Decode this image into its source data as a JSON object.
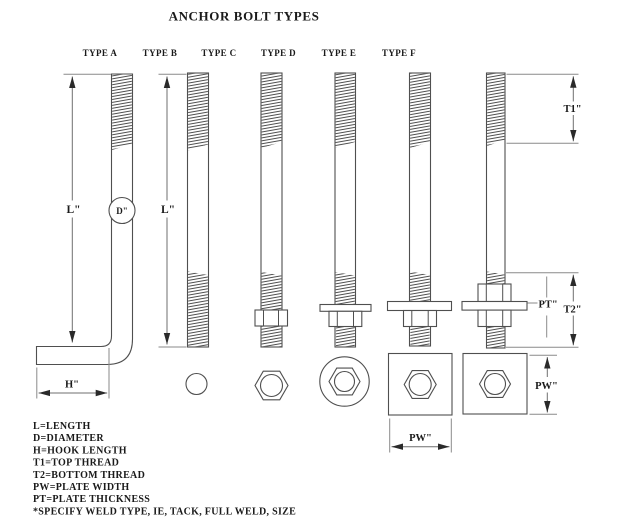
{
  "title": "ANCHOR BOLT TYPES",
  "headers": {
    "a": "TYPE A",
    "b": "TYPE B",
    "c": "TYPE C",
    "d": "TYPE D",
    "e": "TYPE E",
    "f": "TYPE F"
  },
  "labels": {
    "length_a": "L\"",
    "diameter": "D\"",
    "hook": "H\"",
    "length_b": "L\"",
    "top_thread": "T1\"",
    "plate_thickness": "PT\"",
    "bottom_thread": "T2\"",
    "plate_width_e": "PW\"",
    "plate_width_f": "PW\""
  },
  "legend": [
    "L=LENGTH",
    "D=DIAMETER",
    "H=HOOK LENGTH",
    "T1=TOP THREAD",
    "T2=BOTTOM THREAD",
    "PW=PLATE WIDTH",
    "PT=PLATE THICKNESS",
    "*SPECIFY WELD TYPE, IE, TACK, FULL WELD, SIZE"
  ],
  "colors": {
    "background": "#ffffff",
    "line": "#4f4f4f",
    "dimension": "#8a8a8a",
    "text": "#1a1a1a",
    "hatch": "#4d4d4d"
  }
}
